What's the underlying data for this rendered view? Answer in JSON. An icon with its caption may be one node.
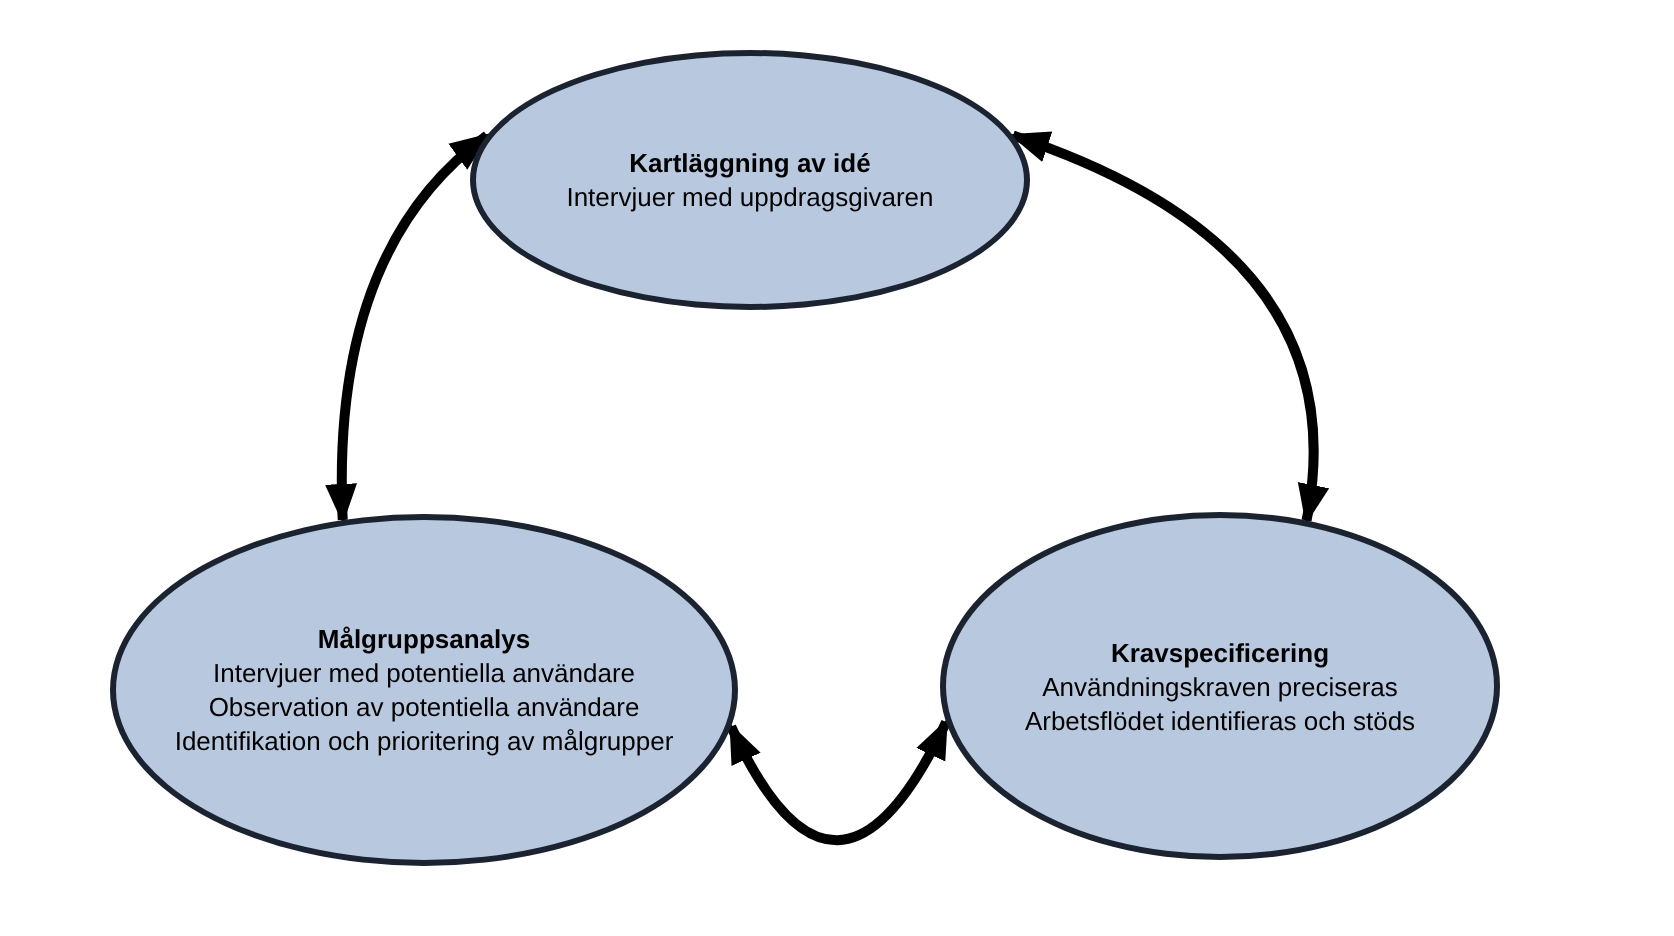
{
  "diagram": {
    "nodes": [
      {
        "text": [
          "Kartläggning av idé",
          "Intervjuer med uppdragsgivaren"
        ]
      },
      {
        "text": [
          "Målgruppsanalys",
          "Intervjuer med potentiella användare",
          "Observation av potentiella användare",
          "Identifikation och prioritering av målgrupper"
        ]
      },
      {
        "text": [
          "Kravspecificering",
          "Användningskraven preciseras",
          "Arbetsflödet identifieras och stöds"
        ]
      }
    ],
    "edges": [
      {
        "from": 0,
        "to": 1,
        "arrow": "both"
      },
      {
        "from": 0,
        "to": 2,
        "arrow": "both"
      },
      {
        "from": 1,
        "to": 2,
        "arrow": "both"
      }
    ]
  }
}
